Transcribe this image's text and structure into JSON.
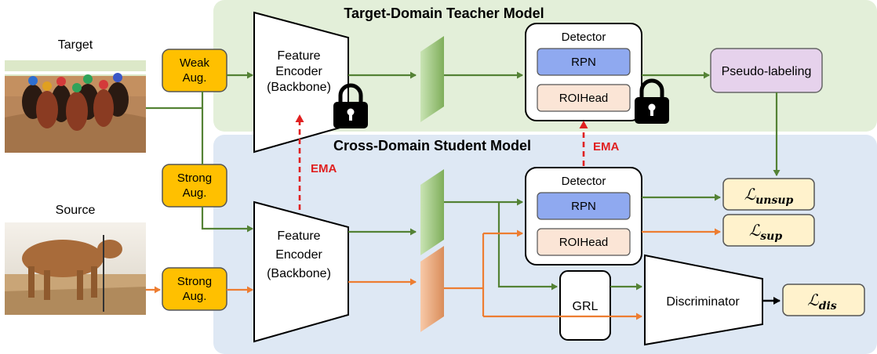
{
  "teacher": {
    "title": "Target-Domain Teacher Model",
    "encoder_line1": "Feature",
    "encoder_line2": "Encoder",
    "encoder_line3": "(Backbone)",
    "detector": "Detector",
    "rpn": "RPN",
    "roihead": "ROIHead",
    "pseudo": "Pseudo-labeling"
  },
  "student": {
    "title": "Cross-Domain Student Model",
    "encoder_line1": "Feature",
    "encoder_line2": "Encoder",
    "encoder_line3": "(Backbone)",
    "detector": "Detector",
    "rpn": "RPN",
    "roihead": "ROIHead",
    "grl": "GRL",
    "discriminator": "Discriminator"
  },
  "inputs": {
    "target_label": "Target",
    "source_label": "Source"
  },
  "augs": {
    "weak_1": "Weak",
    "weak_2": "Aug.",
    "strong_t_1": "Strong",
    "strong_t_2": "Aug.",
    "strong_s_1": "Strong",
    "strong_s_2": "Aug."
  },
  "ema": {
    "left": "EMA",
    "right": "EMA"
  },
  "losses": {
    "symbol": "ℒ",
    "unsup": "unsup",
    "sup": "sup",
    "dis": "dis"
  },
  "colors": {
    "teacher_bg": "#e3efd9",
    "student_bg": "#dee8f4",
    "green_arrow": "#548235",
    "orange_arrow": "#ed7d31",
    "aug_fill": "#ffc000",
    "rpn_fill": "#8fa9f0",
    "roihead_fill": "#fbe5d6",
    "pseudo_fill": "#e6d2ec",
    "loss_fill": "#fff2cc",
    "ema_red": "#e02020"
  }
}
